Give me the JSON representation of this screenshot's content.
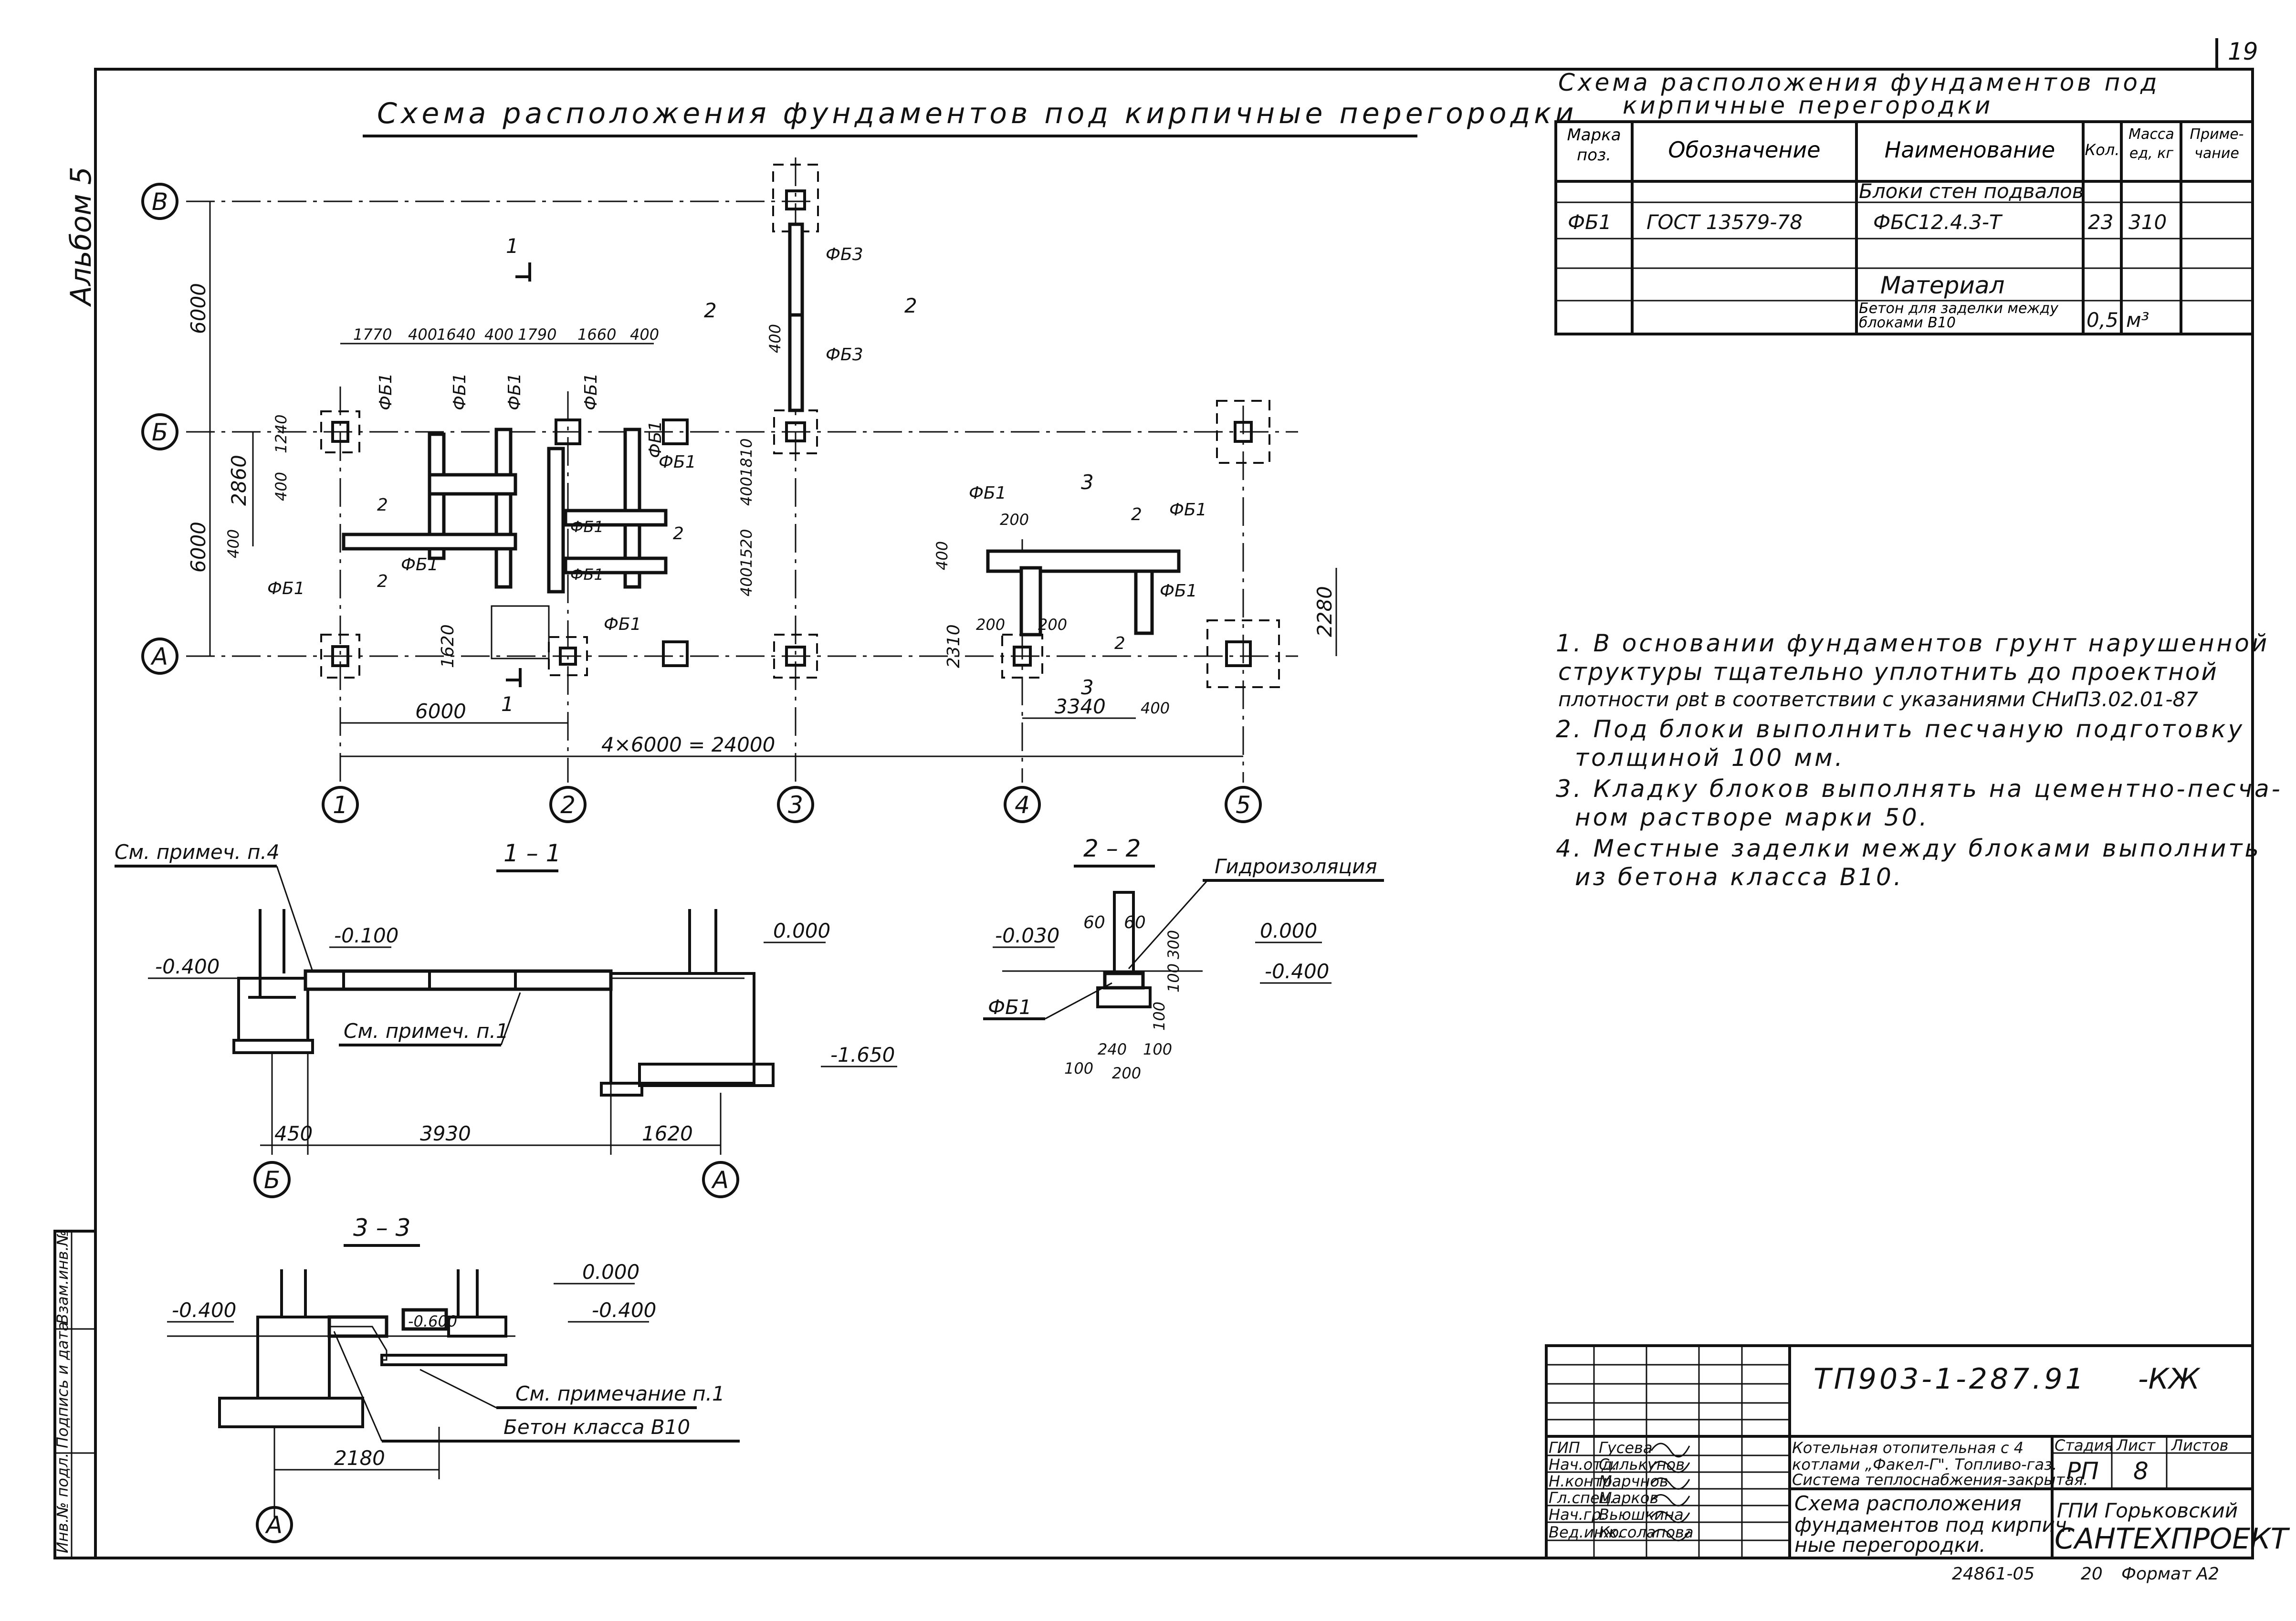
{
  "sheet_number": "19",
  "album": "Альбом 5",
  "plan_title": "Схема расположения фундаментов под кирпичные перегородки",
  "axes": {
    "rows": [
      "В",
      "Б",
      "А"
    ],
    "cols": [
      "1",
      "2",
      "3",
      "4",
      "5"
    ]
  },
  "plan_dims": {
    "d6000a": "6000",
    "d6000b": "6000",
    "d2860": "2860",
    "d1770": "1770",
    "d400a": "400",
    "d1640": "1640",
    "d400b": "400",
    "d1790": "1790",
    "d1660": "1660",
    "d400c": "400",
    "d1240": "1240",
    "d400d": "400",
    "d400e": "400",
    "d1620": "1620",
    "d1810": "1810",
    "d400f": "400",
    "d1520": "1520",
    "d400g": "400",
    "d400h": "400",
    "d6000c": "6000",
    "d24000": "4×6000 = 24000",
    "d200a": "200",
    "d400i": "400",
    "d2310": "2310",
    "d200b": "200",
    "d200c": "200",
    "d3340": "3340",
    "d400j": "400",
    "d2280": "2280"
  },
  "marks": {
    "fb1": "ФБ1",
    "fb3": "ФБ3"
  },
  "cut_labels": {
    "one": "1",
    "two": "2",
    "three": "3"
  },
  "section_1_1": {
    "title": "1 – 1",
    "note_top": "См. примеч. п.4",
    "note_mid": "См. примеч. п.1",
    "lev_m0100": "-0.100",
    "lev_m0400": "-0.400",
    "lev_0000": "0.000",
    "lev_m1650": "-1.650",
    "d450": "450",
    "d3930": "3930",
    "d1620": "1620",
    "ax_b": "Б",
    "ax_a": "А"
  },
  "section_2_2": {
    "title": "2 – 2",
    "note": "Гидроизоляция",
    "lev_m0030": "-0.030",
    "lev_0000": "0.000",
    "lev_m0400": "-0.400",
    "mark": "ФБ1",
    "d60a": "60",
    "d60b": "60",
    "d300": "300",
    "d100a": "100",
    "d100b": "100",
    "d100c": "100",
    "d200": "200",
    "d100d": "100",
    "d240": "240"
  },
  "section_3_3": {
    "title": "3 – 3",
    "lev_0000": "0.000",
    "lev_m0400a": "-0.400",
    "lev_m0400b": "-0.400",
    "lev_m0600": "-0.600",
    "note1": "См. примечание п.1",
    "note2": "Бетон класса В10",
    "d2180": "2180",
    "ax_a": "А"
  },
  "spec": {
    "title_line1": "Схема расположения фундаментов под",
    "title_line2": "кирпичные перегородки",
    "headers": [
      "Марка поз.",
      "Обозначение",
      "Наименование",
      "Кол.",
      "Масса ед, кг",
      "Приме-чание"
    ],
    "rows": [
      [
        "",
        "",
        "Блоки стен подвалов",
        "",
        "",
        ""
      ],
      [
        "ФБ1",
        "ГОСТ 13579-78",
        "ФБС12.4.3-Т",
        "23",
        "310",
        ""
      ],
      [
        "",
        "",
        "",
        "",
        "",
        ""
      ],
      [
        "",
        "",
        "Материал",
        "",
        "",
        ""
      ],
      [
        "",
        "",
        "Бетон для заделки между блоками В10",
        "0,5",
        "м³",
        ""
      ]
    ]
  },
  "notes": [
    "1. В основании фундаментов грунт нарушенной",
    "структуры тщательно уплотнить до проектной",
    "плотности ρвt в соответствии с указаниями СНиП3.02.01-87",
    "2. Под блоки выполнить песчаную подготовку",
    "толщиной 100 мм.",
    "3. Кладку блоков выполнять на цементно-песча-",
    "ном растворе марки 50.",
    "4. Местные заделки между блоками выполнить",
    "из бетона класса В10."
  ],
  "stamp": {
    "code": "ТП903-1-287.91",
    "suffix": "-КЖ",
    "people": [
      [
        "ГИП",
        "Гусева"
      ],
      [
        "Нач.отд.",
        "Силькунов"
      ],
      [
        "Н.контр.",
        "Марчнов"
      ],
      [
        "Гл.спец.",
        "Марков"
      ],
      [
        "Нач.гр.",
        "Вьюшкина"
      ],
      [
        "Вед.инж.",
        "Косолапова"
      ]
    ],
    "object_line1": "Котельная отопительная с 4",
    "object_line2": "котлами „Факел-Г\". Топливо-газ.",
    "object_line3": "Система теплоснабжения-закрытая.",
    "sheet_title_line1": "Схема расположения",
    "sheet_title_line2": "фундаментов под кирпич.",
    "sheet_title_line3": "ные перегородки.",
    "stage_h": "Стадия",
    "sheet_h": "Лист",
    "sheets_h": "Листов",
    "stage": "РП",
    "sheet": "8",
    "org1": "ГПИ Горьковский",
    "org2": "САНТЕХПРОЕКТ",
    "bottom_num": "24861-05",
    "bottom_page": "20",
    "format": "Формат А2"
  },
  "side_stamp": [
    "Инв.№ подл.",
    "Подпись и дата",
    "Взам.инв.№"
  ]
}
